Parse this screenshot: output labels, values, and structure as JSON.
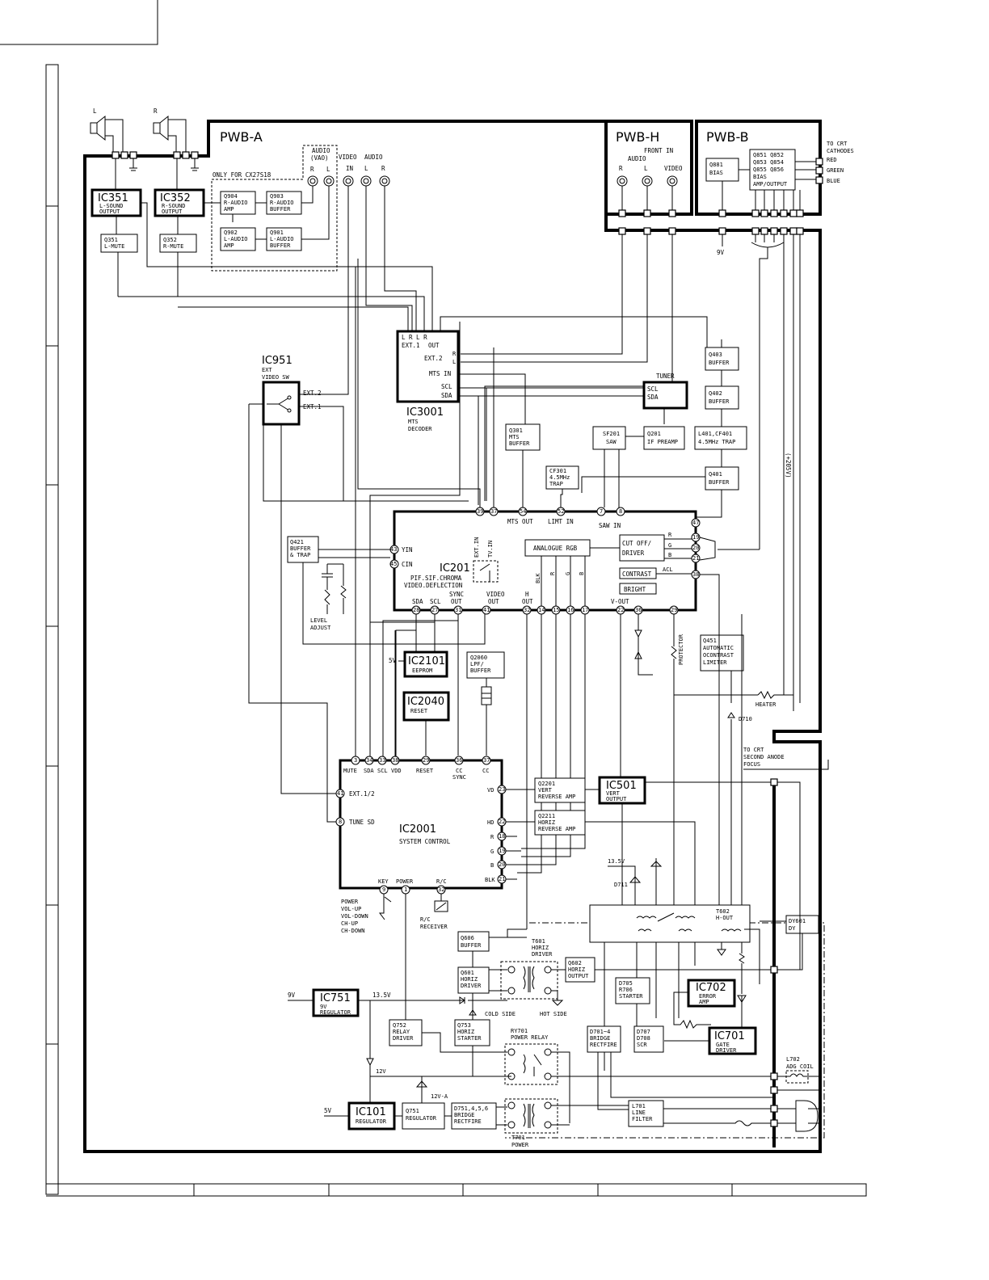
{
  "boards": {
    "pwb_a": "PWB-A",
    "pwb_h": "PWB-H",
    "pwb_b": "PWB-B"
  },
  "speakers": {
    "left": "L",
    "right": "R"
  },
  "audio_section": {
    "title_line1": "AUDIO",
    "title_line2": "(VAO)",
    "r": "R",
    "l": "L",
    "only_for": "ONLY FOR CX27S18",
    "video_label": "VIDEO",
    "video_in": "IN",
    "audio_label": "AUDIO",
    "audio_l": "L",
    "audio_r": "R"
  },
  "front_in": {
    "line1": "FRONT IN",
    "audio": "AUDIO",
    "r": "R",
    "l": "L",
    "video": "VIDEO"
  },
  "to_crt": {
    "line1": "TO CRT",
    "line2": "CATHODES",
    "red": "RED",
    "green": "GREEN",
    "blue": "BLUE"
  },
  "blocks": {
    "ic351": {
      "name": "IC351",
      "l1": "L-SOUND",
      "l2": "OUTPUT"
    },
    "ic352": {
      "name": "IC352",
      "l1": "R-SOUND",
      "l2": "OUTPUT"
    },
    "q351": {
      "l1": "Q351",
      "l2": "L-MUTE"
    },
    "q352": {
      "l1": "Q352",
      "l2": "R-MUTE"
    },
    "q904": {
      "l1": "Q904",
      "l2": "R-AUDIO",
      "l3": "AMP"
    },
    "q903": {
      "l1": "Q903",
      "l2": "R-AUDIO",
      "l3": "BUFFER"
    },
    "q902": {
      "l1": "Q902",
      "l2": "L-AUDIO",
      "l3": "AMP"
    },
    "q901": {
      "l1": "Q901",
      "l2": "L-AUDIO",
      "l3": "BUFFER"
    },
    "q881": {
      "l1": "Q881",
      "l2": "BIAS"
    },
    "q851": {
      "l1": "Q851  Q852",
      "l2": "Q853  Q854",
      "l3": "Q855  Q856",
      "l4": "BIAS",
      "l5": "AMP/OUTPUT"
    },
    "ic951": {
      "name": "IC951",
      "l1": "EXT",
      "l2": "VIDEO SW",
      "ext2": "EXT.2",
      "ext1": "EXT.1"
    },
    "ic3001": {
      "name": "IC3001",
      "l1": "MTS",
      "l2": "DECODER",
      "pins": "L  R  L  R",
      "ext1": "EXT.1",
      "out": "OUT",
      "ext2": "EXT.2",
      "pr": "R",
      "pl": "L",
      "mts_in": "MTS IN",
      "scl": "SCL",
      "sda": "SDA"
    },
    "tuner": {
      "label": "TUNER",
      "scl": "SCL",
      "sda": "SDA"
    },
    "q403": {
      "l1": "Q403",
      "l2": "BUFFER"
    },
    "q402": {
      "l1": "Q402",
      "l2": "BUFFER"
    },
    "l401": {
      "l1": "L401,CF401",
      "l2": "4.5MHz TRAP"
    },
    "q401": {
      "l1": "Q401",
      "l2": "BUFFER"
    },
    "q301": {
      "l1": "Q301",
      "l2": "MTS",
      "l3": "BUFFER"
    },
    "sf201": {
      "l1": "SF201",
      "l2": "SAW"
    },
    "q201": {
      "l1": "Q201",
      "l2": "IF PREAMP"
    },
    "cf301": {
      "l1": "CF301",
      "l2": "4.5MHz",
      "l3": "TRAP"
    },
    "hv": "(+205V)",
    "nine_v_b": "9V",
    "ic201": {
      "name": "IC201",
      "l1": "PIF.SIF.CHROMA",
      "l2": "VIDEO.DEFLECTION",
      "ext_in": "EXT.IN",
      "tv_in": "TV.IN",
      "mts_out": "MTS OUT",
      "limt_in": "LIMT IN",
      "saw_in": "SAW IN",
      "yin": "YIN",
      "cin": "CIN",
      "analogue_rgb": "ANALOGUE RGB",
      "cut_off": "CUT OFF/",
      "driver": "DRIVER",
      "r": "R",
      "g": "G",
      "b": "B",
      "contrast": "CONTRAST",
      "bright": "BRIGHT",
      "acl": "ACL",
      "blk": "BLK",
      "sda": "SDA",
      "scl": "SCL",
      "sync": "SYNC",
      "out": "OUT",
      "video": "VIDEO",
      "h": "H",
      "v_out": "V-OUT",
      "pin_ext": "39",
      "pin_tv": "37",
      "pin_mts": "54",
      "pin_limt": "52",
      "pin_saw1": "7",
      "pin_saw2": "8",
      "pin_47": "47",
      "pin_yin": "43",
      "pin_cin": "45",
      "pin_19": "19",
      "pin_20": "20",
      "pin_21": "21",
      "pin_38": "38",
      "pin_sda": "28",
      "pin_scl": "27",
      "pin_sync": "31",
      "pin_video": "41",
      "pin_h": "32",
      "pin_14": "14",
      "pin_15": "15",
      "pin_16": "16",
      "pin_17": "17",
      "pin_vout": "22",
      "pin_36": "36",
      "pin_29": "29"
    },
    "q421": {
      "l1": "Q421",
      "l2": "BUFFER",
      "l3": "& TRAP"
    },
    "level_adjust": {
      "l1": "LEVEL",
      "l2": "ADJUST"
    },
    "q451": {
      "l1": "Q451",
      "l2": "AUTOMATIC",
      "l3": "OCONTRAST",
      "l4": "LIMITER"
    },
    "protector": "PROTECTOR",
    "heater": "HEATER",
    "d710": "D710",
    "ic2101": {
      "name": "IC2101",
      "l1": "EEPROM",
      "v": "5V"
    },
    "q2060": {
      "l1": "Q2060",
      "l2": "LPF/",
      "l3": "BUFFER"
    },
    "ic2040": {
      "name": "IC2040",
      "l1": "RESET"
    },
    "to_crt_anode": {
      "l1": "TO CRT",
      "l2": "SECOND ANODE",
      "l3": "FOCUS"
    },
    "ic2001": {
      "name": "IC2001",
      "l1": "SYSTEM CONTROL",
      "mute": "MUTE",
      "sda": "SDA",
      "scl": "SCL",
      "vdd": "VDD",
      "reset": "RESET",
      "cc_sync1": "CC",
      "cc_sync2": "SYNC",
      "cc": "CC",
      "ext12": "EXT.1/2",
      "tune_sd": "TUNE SD",
      "vd": "VD",
      "hd": "HD",
      "r": "R",
      "g": "G",
      "b": "B",
      "blk": "BLK",
      "key": "KEY",
      "power": "POWER",
      "rc": "R/C",
      "p3": "3",
      "p34": "34",
      "p33": "33",
      "p38": "38",
      "p29": "29",
      "p36": "36",
      "p37": "37",
      "p41": "41",
      "p8": "8",
      "p23": "23",
      "p22": "22",
      "p18": "18",
      "p19": "19",
      "p20": "20",
      "p21": "21",
      "p9": "9",
      "p1": "1",
      "p32": "32"
    },
    "ic501": {
      "name": "IC501",
      "l1": "VERT",
      "l2": "OUTPUT"
    },
    "q2201": {
      "l1": "Q2201",
      "l2": "VERT",
      "l3": "REVERSE AMP"
    },
    "q2211": {
      "l1": "Q2211",
      "l2": "HORIZ",
      "l3": "REVERSE AMP"
    },
    "keys": {
      "l1": "POWER",
      "l2": "VOL-UP",
      "l3": "VOL-DOWN",
      "l4": "CH-UP",
      "l5": "CH-DOWN"
    },
    "rc_receiver": {
      "l1": "R/C",
      "l2": "RECEIVER"
    },
    "q606": {
      "l1": "Q606",
      "l2": "BUFFER"
    },
    "q601": {
      "l1": "Q601",
      "l2": "HORIZ",
      "l3": "DRIVER"
    },
    "t601": {
      "l1": "T601",
      "l2": "HORIZ",
      "l3": "DRIVER"
    },
    "q602": {
      "l1": "Q602",
      "l2": "HORIZ",
      "l3": "OUTPUT"
    },
    "t602": {
      "l1": "T602",
      "l2": "H-OUT"
    },
    "dy601": {
      "l1": "DY601",
      "l2": "DY"
    },
    "v135": "13.5V",
    "d711": "D711",
    "d705": {
      "l1": "D705",
      "l2": "R706",
      "l3": "STARTER"
    },
    "ic702": {
      "name": "IC702",
      "l1": "ERROR",
      "l2": "AMP"
    },
    "ic701": {
      "name": "IC701",
      "l1": "GATE",
      "l2": "DRIVER"
    },
    "ic751": {
      "name": "IC751",
      "l1": "9V",
      "l2": "REGULATOR",
      "vin": "9V",
      "vout": "13.5V"
    },
    "cold_side": "COLD SIDE",
    "hot_side": "HOT SIDE",
    "q752": {
      "l1": "Q752",
      "l2": "RELAY",
      "l3": "DRIVER"
    },
    "q753": {
      "l1": "Q753",
      "l2": "HORIZ",
      "l3": "STARTER"
    },
    "ry701": {
      "l1": "RY701",
      "l2": "POWER RELAY"
    },
    "d701": {
      "l1": "D701~4",
      "l2": "BRIDGE",
      "l3": "RECTFIRE"
    },
    "d707": {
      "l1": "D707",
      "l2": "D708",
      "l3": "SCR"
    },
    "l702": "L702",
    "adg_coil": "ADG COIL",
    "v12": "12V",
    "v12a": "12V-A",
    "ic101": {
      "name": "IC101",
      "l1": "REGULATOR",
      "vin": "5V"
    },
    "q751": {
      "l1": "Q751",
      "l2": "REGULATOR"
    },
    "d751": {
      "l1": "D751,4,5,6",
      "l2": "BRIDGE",
      "l3": "RECTFIRE"
    },
    "l701": {
      "l1": "L701",
      "l2": "LINE",
      "l3": "FILTER"
    },
    "t701": {
      "l1": "T701",
      "l2": "POWER"
    }
  }
}
